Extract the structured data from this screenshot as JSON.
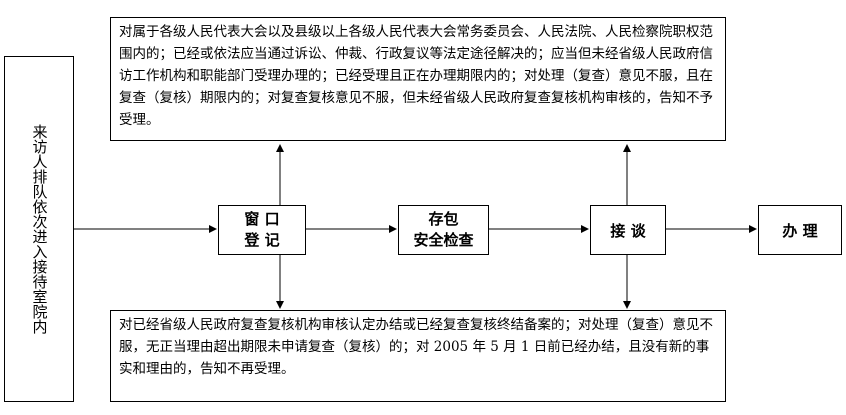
{
  "visitor": {
    "text": "来访人排队依次进入接待室院内"
  },
  "steps": {
    "window_registration": {
      "line1": "窗 口",
      "line2": "登 记"
    },
    "deposit": {
      "line1": "存包",
      "line2": "安全检查"
    },
    "interview": {
      "label": "接 谈"
    },
    "handle": {
      "label": "办 理"
    }
  },
  "notes": {
    "top": "对属于各级人民代表大会以及县级以上各级人民代表大会常务委员会、人民法院、人民检察院职权范围内的；已经或依法应当通过诉讼、仲裁、行政复议等法定途径解决的；应当但未经省级人民政府信访工作机构和职能部门受理办理的；已经受理且正在办理期限内的；对处理（复查）意见不服，且在复查（复核）期限内的；对复查复核意见不服，但未经省级人民政府复查复核机构审核的，告知不予受理。",
    "bottom": "对已经省级人民政府复查复核机构审核认定办结或已经复查复核终结备案的；对处理（复查）意见不服，无正当理由超出期限未申请复查（复核）的；对 2005 年 5 月 1 日前已经办结，且没有新的事实和理由的，告知不再受理。"
  }
}
